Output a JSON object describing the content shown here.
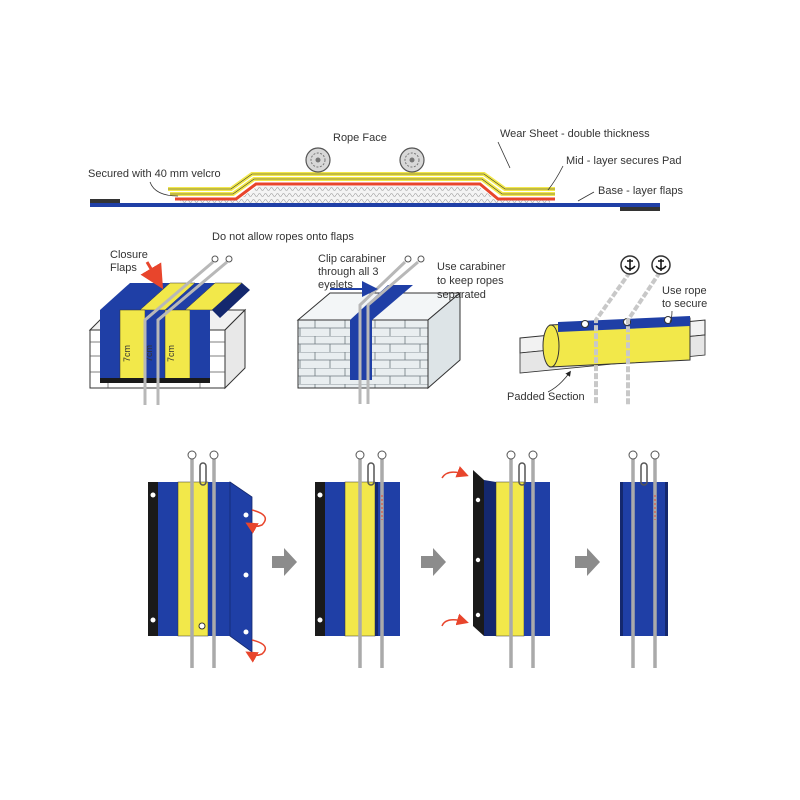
{
  "labels": {
    "rope_face": "Rope Face",
    "wear_sheet": "Wear Sheet - double thickness",
    "mid_layer": "Mid - layer secures Pad",
    "base_layer": "Base - layer flaps",
    "secured_velcro": "Secured with 40  mm velcro",
    "no_ropes_on_flaps": "Do not allow ropes onto flaps",
    "closure_flaps_1": "Closure",
    "closure_flaps_2": "Flaps",
    "clip_carabiner_1": "Clip carabiner",
    "clip_carabiner_2": "through all 3",
    "clip_carabiner_3": "eyelets",
    "keep_separated_1": "Use carabiner",
    "keep_separated_2": "to keep ropes",
    "keep_separated_3": "separated",
    "rope_secure_1": "Use rope",
    "rope_secure_2": "to secure",
    "padded_section": "Padded Section",
    "strip_mark": "7cm"
  },
  "colors": {
    "blue": "#1f3fa6",
    "dark_blue": "#14286e",
    "yellow": "#f2e84a",
    "red": "#e8452c",
    "black": "#1a1a1a",
    "grey_arrow": "#8c8c8c",
    "brick": "#e9eef0",
    "rope": "#b8b8b8"
  },
  "icons": [
    "rope-cross-section-icon",
    "anchor-icon",
    "carabiner-icon",
    "curved-arrow-icon",
    "step-arrow-icon"
  ]
}
